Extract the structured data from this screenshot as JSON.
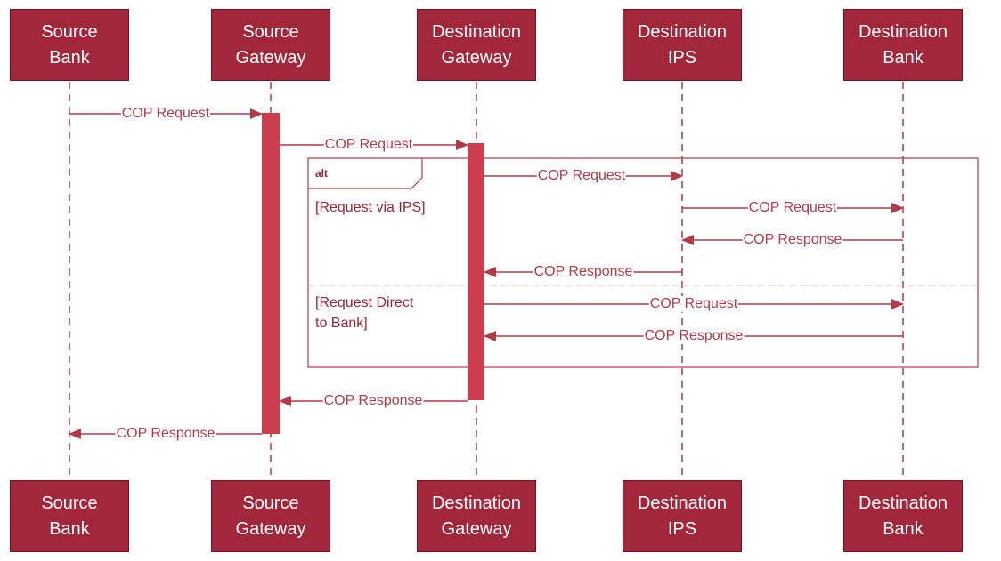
{
  "colors": {
    "participant_fill": "#a3273a",
    "activation_fill": "#cc3e4e",
    "line": "#b23a4b",
    "frame": "#b23a4b"
  },
  "participants": [
    {
      "label": "Source\nBank"
    },
    {
      "label": "Source\nGateway"
    },
    {
      "label": "Destination\nGateway"
    },
    {
      "label": "Destination\nIPS"
    },
    {
      "label": "Destination\nBank"
    }
  ],
  "alt_frame": {
    "tag": "alt",
    "guards": [
      "[Request via IPS]",
      "[Request Direct\nto Bank]"
    ]
  },
  "messages": [
    {
      "from": "Source Bank",
      "to": "Source Gateway",
      "label": "COP Request"
    },
    {
      "from": "Source Gateway",
      "to": "Destination Gateway",
      "label": "COP Request"
    },
    {
      "from": "Destination Gateway",
      "to": "Destination IPS",
      "label": "COP Request"
    },
    {
      "from": "Destination IPS",
      "to": "Destination Bank",
      "label": "COP Request"
    },
    {
      "from": "Destination Bank",
      "to": "Destination IPS",
      "label": "COP Response"
    },
    {
      "from": "Destination IPS",
      "to": "Destination Gateway",
      "label": "COP Response"
    },
    {
      "from": "Destination Gateway",
      "to": "Destination Bank",
      "label": "COP Request"
    },
    {
      "from": "Destination Bank",
      "to": "Destination Gateway",
      "label": "COP Response"
    },
    {
      "from": "Destination Gateway",
      "to": "Source Gateway",
      "label": "COP Response"
    },
    {
      "from": "Source Gateway",
      "to": "Source Bank",
      "label": "COP Response"
    }
  ]
}
